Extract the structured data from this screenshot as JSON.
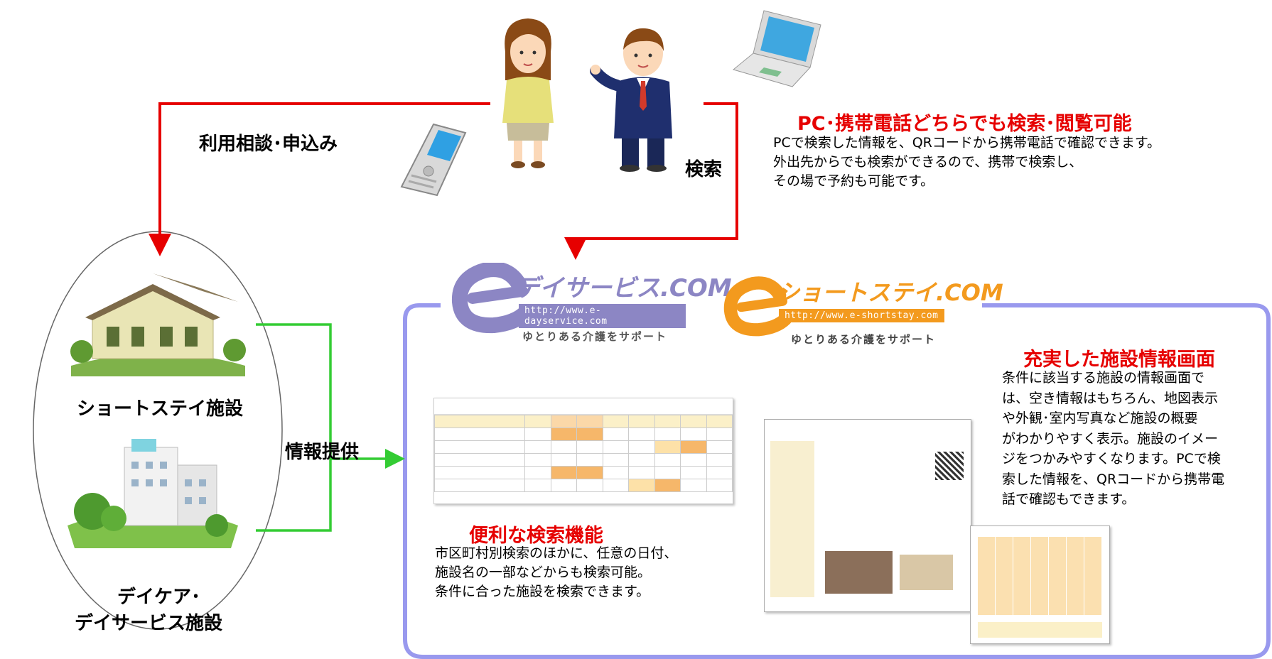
{
  "labels": {
    "consult": "利用相談･申込み",
    "search": "検索",
    "provide": "情報提供",
    "short_stay_facility": "ショートステイ施設",
    "daycare_line1": "デイケア･",
    "daycare_line2": "デイサービス施設"
  },
  "pc_mobile": {
    "title": "PC･携帯電話どちらでも検索･閲覧可能",
    "lines": [
      "PCで検索した情報を、QRコードから携帯電話で確認できます。",
      "外出先からでも検索ができるので、携帯で検索し、",
      "その場で予約も可能です。"
    ]
  },
  "logos": {
    "dayservice": {
      "name": "デイサービス.COM",
      "url": "http://www.e-dayservice.com",
      "tagline": "ゆとりある介護をサポート"
    },
    "shortstay": {
      "name": "ショートステイ.COM",
      "url": "http://www.e-shortstay.com",
      "tagline": "ゆとりある介護をサポート"
    }
  },
  "search_feature": {
    "title": "便利な検索機能",
    "lines": [
      "市区町村別検索のほかに、任意の日付、",
      "施設名の一部などからも検索可能。",
      "条件に合った施設を検索できます。"
    ]
  },
  "facility_info": {
    "title": "充実した施設情報画面",
    "lines": [
      "条件に該当する施設の情報画面で",
      "は、空き情報はもちろん、地図表示",
      "や外観･室内写真など施設の概要",
      "がわかりやすく表示。施設のイメー",
      "ジをつかみやすくなります。PCで検",
      "索した情報を、QRコードから携帯電",
      "話で確認もできます。"
    ]
  },
  "colors": {
    "red_arrow": "#e60000",
    "green_arrow": "#33cc33",
    "blue_frame": "#9999ee",
    "logo_purple": "#8c86c4",
    "logo_orange": "#f39a1e"
  },
  "icons": [
    "woman-icon",
    "businessman-icon",
    "laptop-icon",
    "mobile-phone-icon",
    "house-icon",
    "care-building-icon"
  ]
}
